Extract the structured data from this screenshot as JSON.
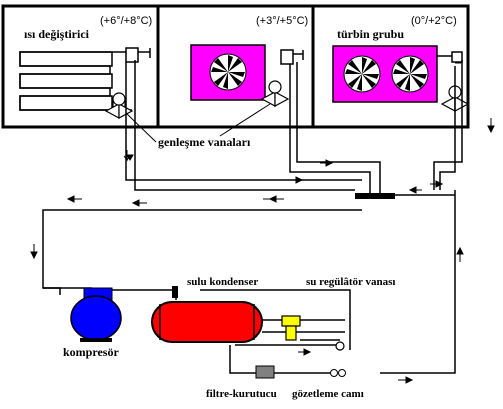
{
  "rooms": [
    {
      "id": "heat-exchanger",
      "label": "ısı değiştirici",
      "temp_range": "(+6°/+8°C)"
    },
    {
      "id": "middle-room",
      "label": "",
      "temp_range": "(+3°/+5°C)"
    },
    {
      "id": "turbine-group",
      "label": "türbin grubu",
      "temp_range": "(0°/+2°C)"
    }
  ],
  "labels": {
    "expansion_valves": "genleşme vanaları",
    "water_condenser": "sulu kondenser",
    "water_regulator_valve": "su regülâtör vanası",
    "compressor": "kompresör",
    "filter_drier": "filtre-kurutucu",
    "sight_glass": "gözetleme camı"
  },
  "colors": {
    "fan_housing": "#ff00ff",
    "fan_blade": "#000000",
    "condenser": "#ff0000",
    "compressor": "#0000ff",
    "regulator": "#ffff00",
    "filter": "#808080",
    "line": "#000000"
  }
}
